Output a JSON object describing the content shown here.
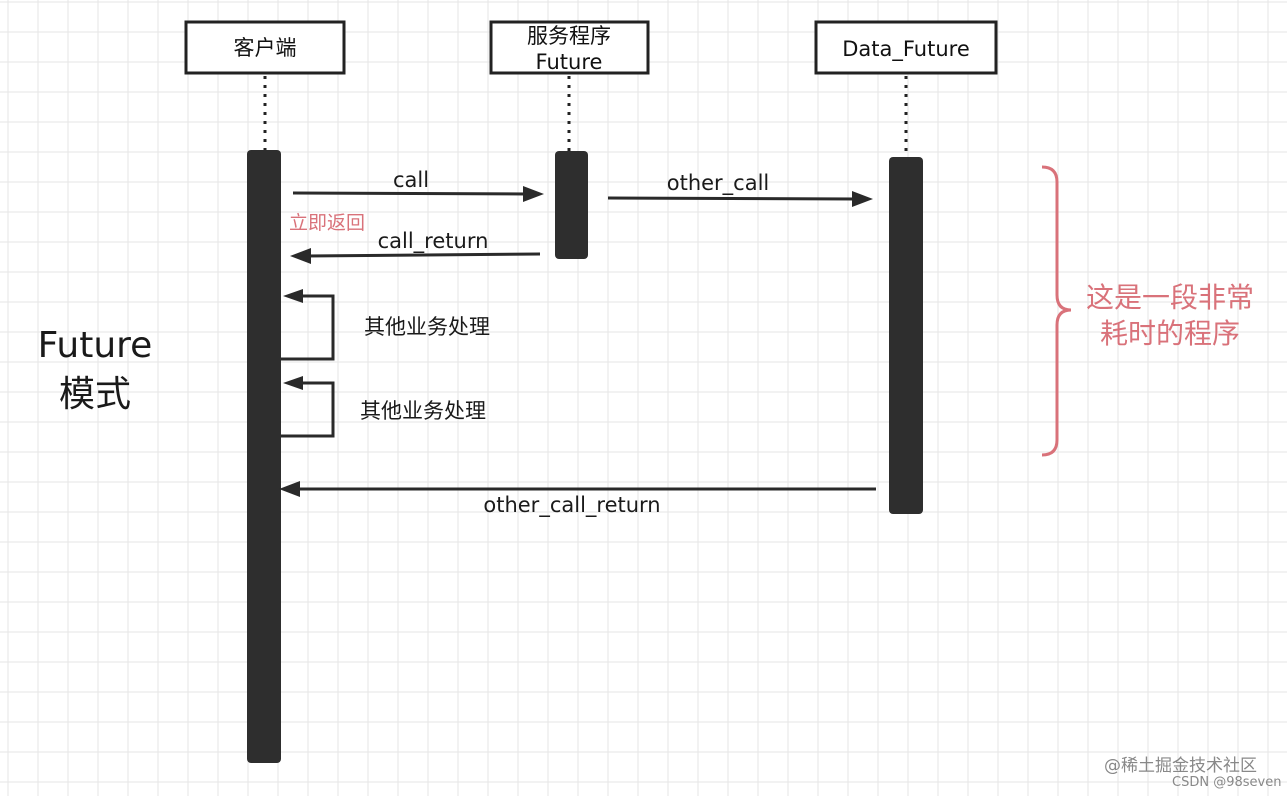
{
  "lifelines": {
    "client": {
      "label": "客户端"
    },
    "service": {
      "label_line1": "服务程序",
      "label_line2": "Future"
    },
    "data": {
      "label": "Data_Future"
    }
  },
  "messages": {
    "call": "call",
    "immediate_return_note": "立即返回",
    "call_return": "call_return",
    "other_call": "other_call",
    "self_process_1": "其他业务处理",
    "self_process_2": "其他业务处理",
    "other_call_return": "other_call_return"
  },
  "side_title": {
    "line1": "Future",
    "line2": "模式"
  },
  "annotation": {
    "line1": "这是一段非常",
    "line2": "耗时的程序"
  },
  "watermark": {
    "line1": "@稀土掘金技术社区",
    "line2": "CSDN @98seven"
  },
  "colors": {
    "annotation_red": "#d9727a",
    "activation_fill": "#2e2e2e",
    "grid_line": "#e6e6e6"
  }
}
